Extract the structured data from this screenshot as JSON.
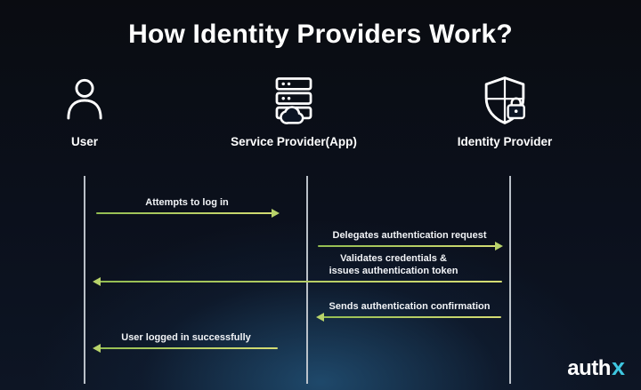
{
  "title": "How Identity Providers Work?",
  "actors": [
    {
      "name": "User",
      "icon": "user-icon"
    },
    {
      "name": "Service Provider(App)",
      "icon": "server-cloud-icon"
    },
    {
      "name": "Identity Provider",
      "icon": "shield-lock-icon"
    }
  ],
  "messages": [
    {
      "label": "Attempts to log in",
      "from": "User",
      "to": "Service Provider(App)",
      "direction": "right"
    },
    {
      "label": "Delegates authentication request",
      "from": "Service Provider(App)",
      "to": "Identity Provider",
      "direction": "right"
    },
    {
      "label": "Validates credentials & issues authentication token",
      "label_line1": "Validates credentials &",
      "label_line2": "issues authentication token",
      "from": "Identity Provider",
      "to": "User",
      "direction": "left"
    },
    {
      "label": "Sends authentication confirmation",
      "from": "Identity Provider",
      "to": "Service Provider(App)",
      "direction": "left"
    },
    {
      "label": "User logged in successfully",
      "from": "Service Provider(App)",
      "to": "User",
      "direction": "left"
    }
  ],
  "logo": {
    "text_main": "auth",
    "text_x": "x"
  },
  "colors": {
    "arrow": "#b8d36a",
    "logo_x": "#3ec6e0",
    "lifeline": "#c3c9d1",
    "background_glow": "#2d73a5"
  }
}
